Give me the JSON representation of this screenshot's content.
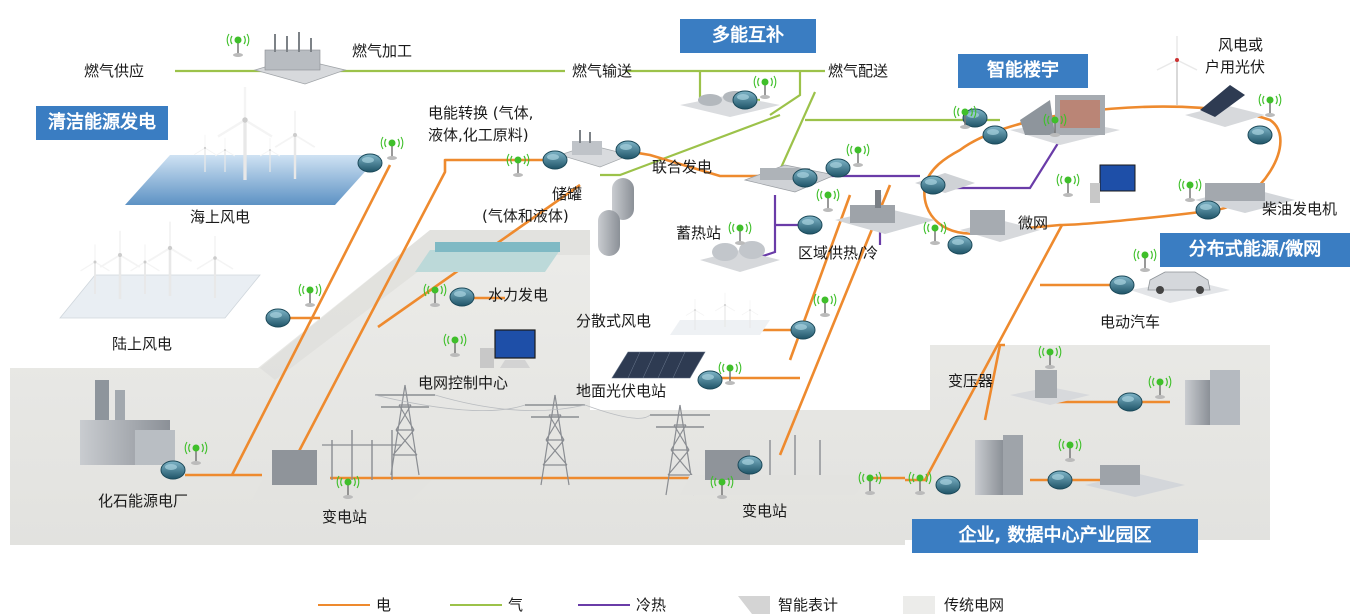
{
  "colors": {
    "electric": "#ee8a2e",
    "gas": "#9cc24a",
    "cooling": "#6a3ca8",
    "badge": "#3a7dc2",
    "grid_area": "#ececea",
    "meter": "#2f6f86"
  },
  "badges": {
    "clean_energy": "清洁能源发电",
    "multi_energy": "多能互补",
    "smart_building": "智能楼宇",
    "distributed": "分布式能源/微网",
    "enterprise": "企业, 数据中心产业园区"
  },
  "labels": {
    "gas_supply": "燃气供应",
    "gas_processing": "燃气加工",
    "gas_transport": "燃气输送",
    "gas_distribution": "燃气配送",
    "power_conversion_1": "电能转换 (气体,",
    "power_conversion_2": "液体,化工原料)",
    "storage_tank_1": "储罐",
    "storage_tank_2": "(气体和液体)",
    "combined_power": "联合发电",
    "offshore_wind": "海上风电",
    "onshore_wind": "陆上风电",
    "hydro": "水力发电",
    "grid_control": "电网控制中心",
    "fossil_plant": "化石能源电厂",
    "substation_1": "变电站",
    "substation_2": "变电站",
    "heat_storage": "蓄热站",
    "district_heating": "区域供热/冷",
    "distributed_wind": "分散式风电",
    "ground_pv": "地面光伏电站",
    "microgrid": "微网",
    "wind_pv_1": "风电或",
    "wind_pv_2": "户用光伏",
    "diesel": "柴油发电机",
    "ev": "电动汽车",
    "transformer": "变压器"
  },
  "legend": {
    "electric": "电",
    "gas": "气",
    "cooling": "冷热",
    "meter": "智能表计",
    "grid": "传统电网"
  },
  "icons": [
    "wind-turbine-icon",
    "solar-panel-icon",
    "factory-icon",
    "building-icon",
    "substation-icon",
    "transmission-tower-icon",
    "smart-meter-icon",
    "antenna-icon",
    "monitor-icon",
    "car-icon",
    "tank-icon",
    "transformer-icon"
  ]
}
